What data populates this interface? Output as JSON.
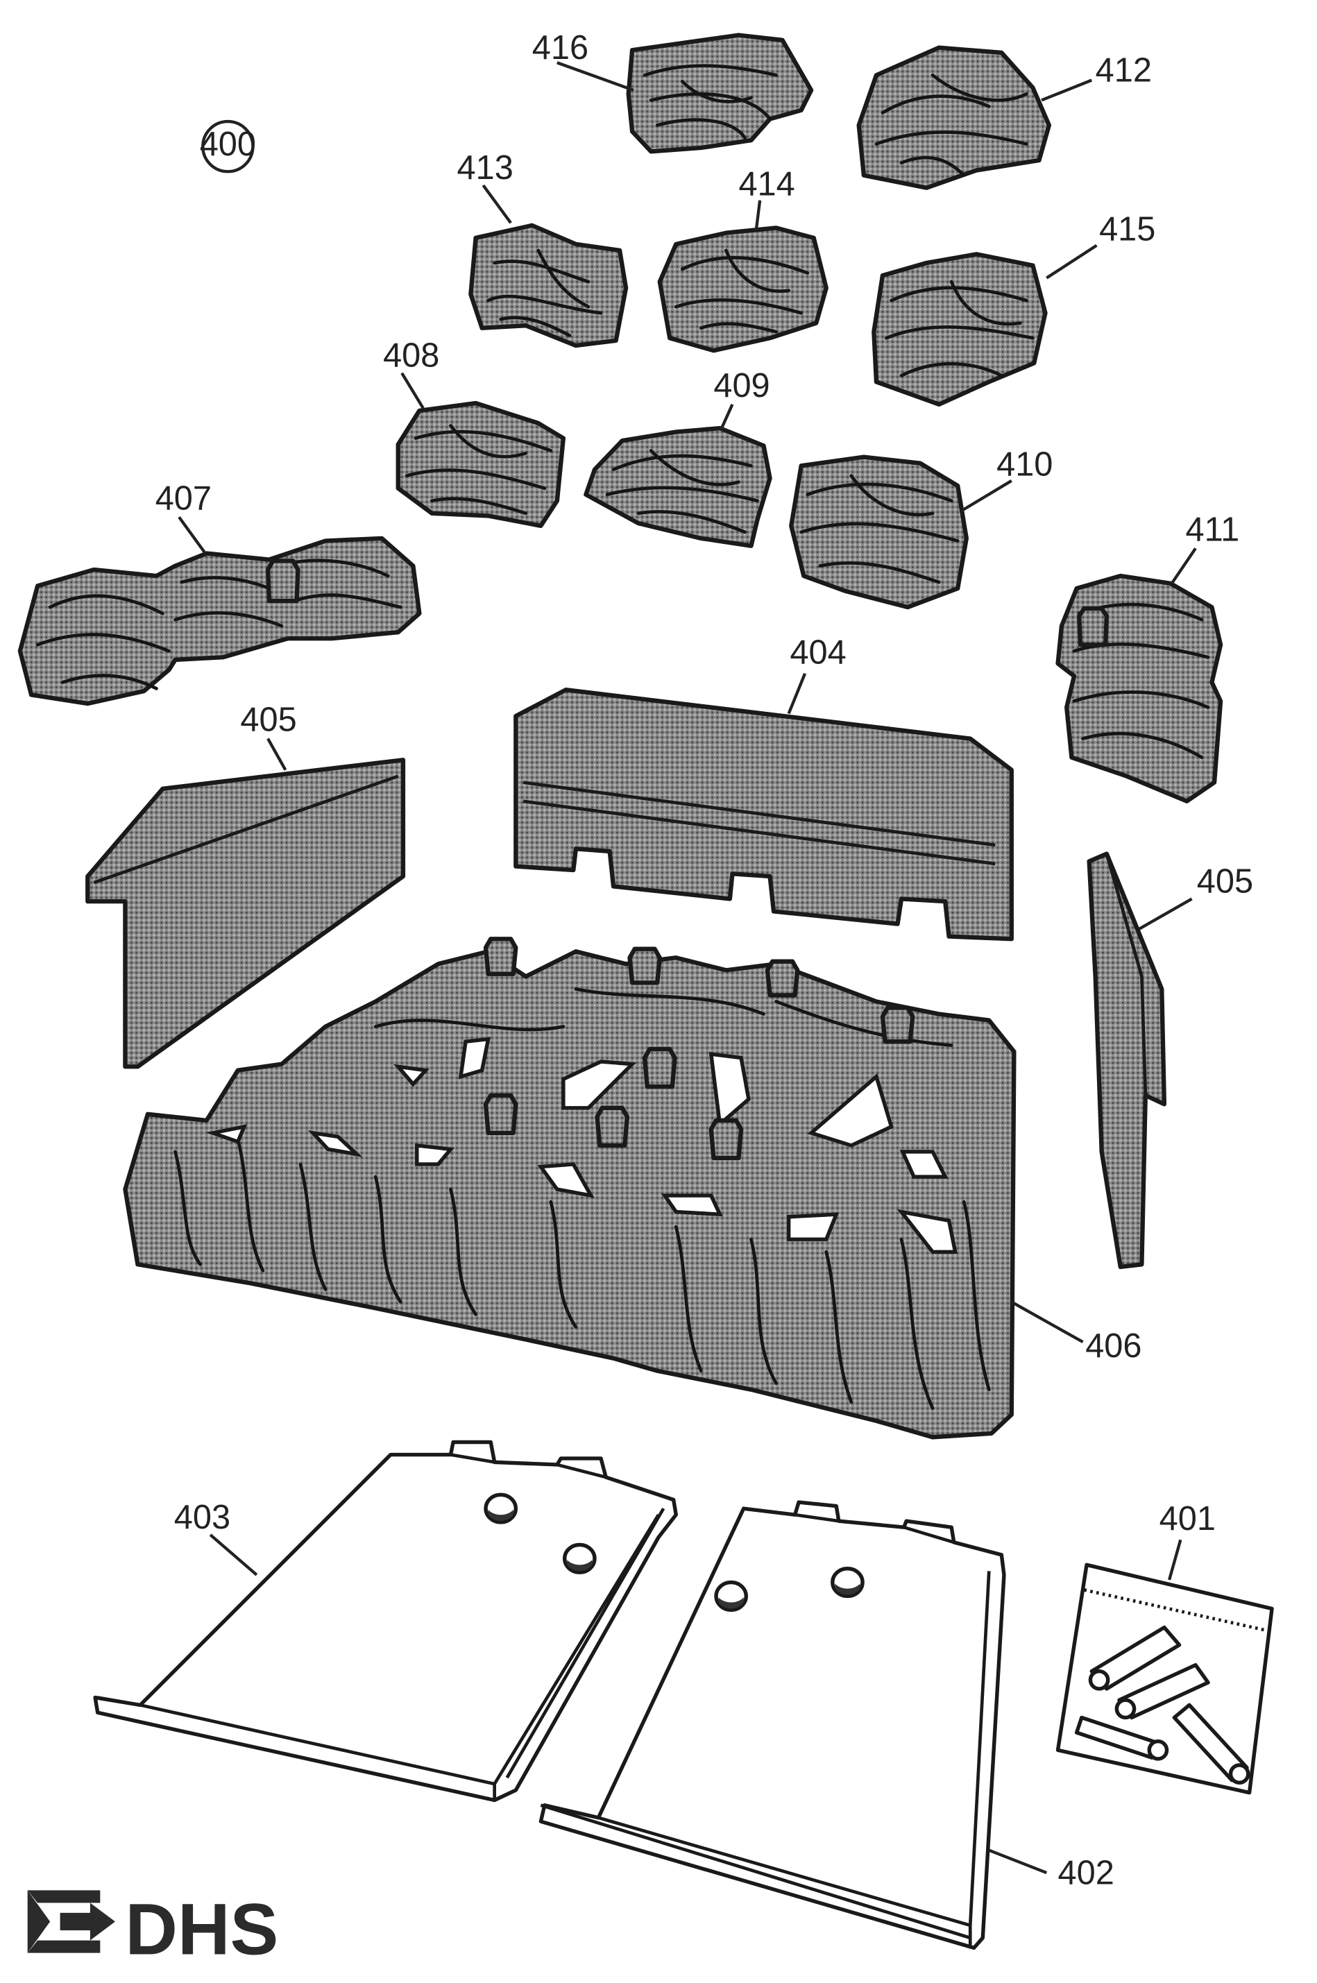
{
  "title_badge": "400",
  "callouts": {
    "c416": "416",
    "c412": "412",
    "c413": "413",
    "c414": "414",
    "c415": "415",
    "c408": "408",
    "c409": "409",
    "c410": "410",
    "c407": "407",
    "c411": "411",
    "c404": "404",
    "c405_left": "405",
    "c405_right": "405",
    "c406": "406",
    "c403": "403",
    "c402": "402",
    "c401": "401"
  },
  "logo": {
    "text": "DHS",
    "color": "#2b2b2b"
  }
}
